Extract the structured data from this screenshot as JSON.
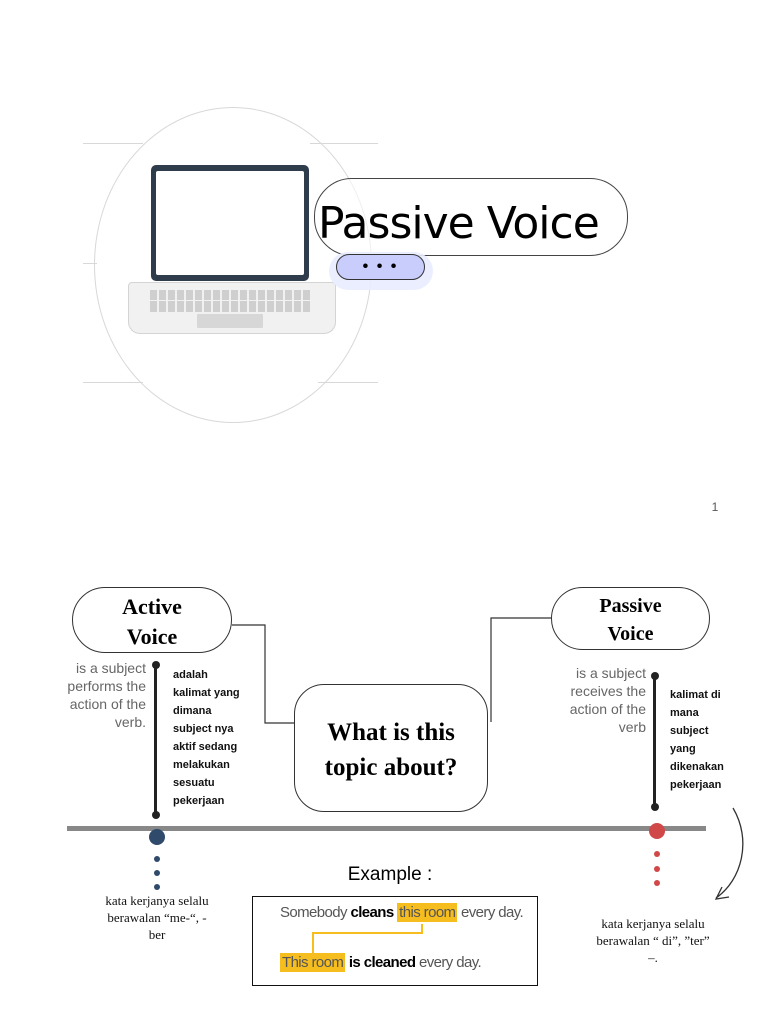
{
  "slide1": {
    "title": "Passive Voice",
    "more_label": "• • •",
    "page_number": "1"
  },
  "slide2": {
    "center_question": [
      "What is this",
      "topic about?"
    ],
    "active": {
      "title": [
        "Active",
        "Voice"
      ],
      "english_desc": [
        "is a subject",
        "performs the",
        "action of the",
        "verb."
      ],
      "indo_desc": [
        "adalah",
        "kalimat yang",
        "dimana",
        "subject nya",
        "aktif sedang",
        "melakukan",
        "sesuatu",
        "pekerjaan"
      ],
      "node_color": "#2f4a6b",
      "verb_note": [
        "kata kerjanya selalu",
        "berawalan “me-“, -",
        "ber"
      ]
    },
    "passive": {
      "title": [
        "Passive",
        "Voice"
      ],
      "english_desc": [
        "is a subject",
        "receives the",
        "action of the",
        "verb"
      ],
      "indo_desc": [
        "kalimat di",
        "mana",
        "subject",
        "yang",
        "dikenakan",
        "pekerjaan"
      ],
      "node_color": "#d04848",
      "verb_note": [
        "kata kerjanya selalu",
        "berawalan “ di”, ”ter”",
        "–."
      ]
    },
    "example": {
      "label": "Example :",
      "active_sentence": {
        "pre": "Somebody ",
        "verb": "cleans",
        "object": "this room",
        "post": " every day."
      },
      "passive_sentence": {
        "subject": "This room",
        "verb": "is cleaned",
        "post": " every day."
      },
      "highlight_color": "#f6bd1f"
    }
  }
}
